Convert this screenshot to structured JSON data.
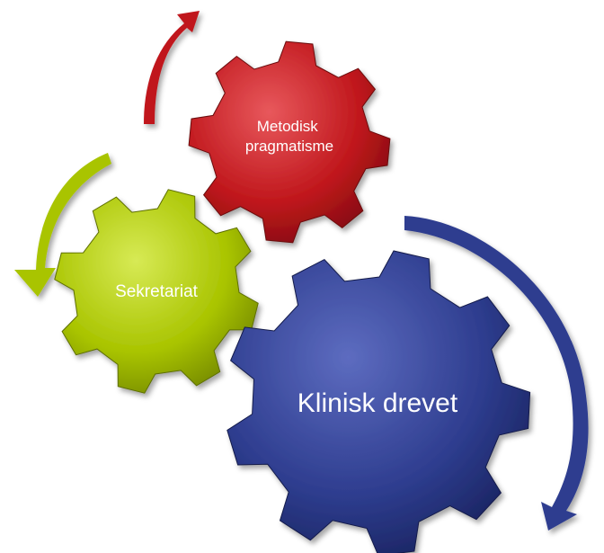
{
  "gears": [
    {
      "id": "metodisk",
      "label_lines": [
        "Metodisk",
        "pragmatisme"
      ],
      "color": "#c0171c",
      "dark": "#7a0a0e",
      "light": "#e8585c"
    },
    {
      "id": "sekretariat",
      "label_lines": [
        "Sekretariat"
      ],
      "color": "#a9c400",
      "dark": "#6e8200",
      "light": "#d7ea55"
    },
    {
      "id": "klinisk",
      "label_lines": [
        "Klinisk drevet"
      ],
      "color": "#2e3d8f",
      "dark": "#17205a",
      "light": "#5d6cc0"
    }
  ],
  "arrows": [
    {
      "id": "red-arrow",
      "color": "#c0171c"
    },
    {
      "id": "green-arrow",
      "color": "#a9c400"
    },
    {
      "id": "blue-arrow",
      "color": "#2e3d8f"
    }
  ]
}
